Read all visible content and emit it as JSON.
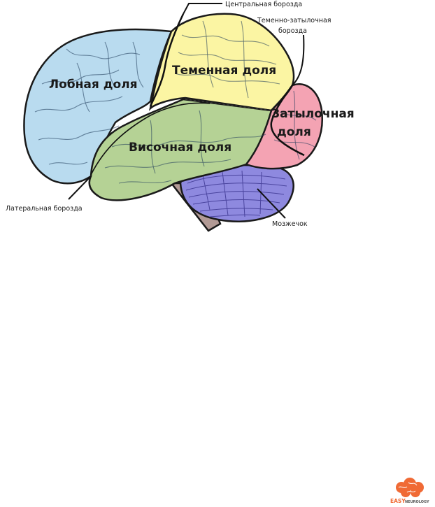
{
  "labels": {
    "frontal": "Лобная доля",
    "parietal": "Теменная доля",
    "occipital_line1": "Затылочная",
    "occipital_line2": "доля",
    "temporal": "Височная доля"
  },
  "callouts": {
    "central_sulcus": "Центральная борозда",
    "parieto_occipital_line1": "Теменно-затылочная",
    "parieto_occipital_line2": "борозда",
    "lateral_sulcus": "Латеральная борозда",
    "cerebellum": "Мозжечок"
  },
  "logo": {
    "word1": "EASY",
    "word2": "NEUROLOGY"
  },
  "colors": {
    "frontal": "#b9dbef",
    "parietal": "#fbf5a3",
    "occipital": "#f4a3b3",
    "temporal": "#b5d295",
    "cerebellum": "#8e89df",
    "brainstem": "#b29a95",
    "logo": "#f06a35"
  }
}
